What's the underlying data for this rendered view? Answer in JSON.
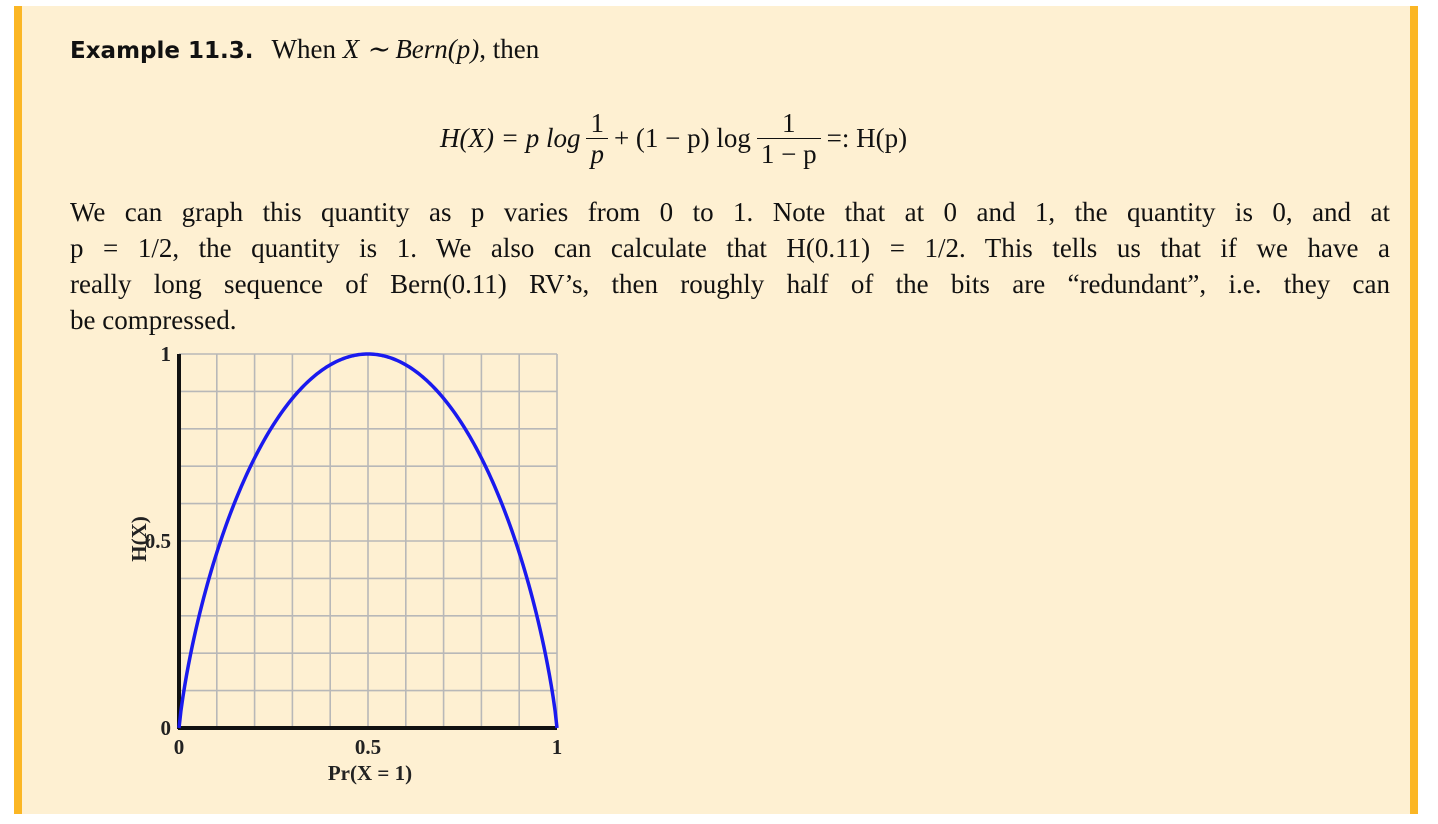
{
  "example": {
    "label": "Example 11.3.",
    "intro_text": "When",
    "intro_math": "X ∼ Bern(p)",
    "intro_end": ", then"
  },
  "equation": {
    "lhs": "H(X) = p log",
    "frac1_num": "1",
    "frac1_den": "p",
    "middle": "+ (1 − p) log",
    "frac2_num": "1",
    "frac2_den": "1 − p",
    "rhs": "=: H(p)"
  },
  "paragraph": {
    "line1": "We can graph this quantity as p varies from 0 to 1. Note that at 0 and 1, the quantity is 0, and at",
    "line2": "p = 1/2, the quantity is 1. We also can calculate that H(0.11) = 1/2. This tells us that if we have a",
    "line3": "really long sequence of Bern(0.11) RV’s, then roughly half of the bits are “redundant”, i.e. they can",
    "line4": "be compressed."
  },
  "colors": {
    "box_background": "#fef0d2",
    "box_border": "#fbb624",
    "curve": "#1a1aee",
    "grid": "#b8b8b8"
  },
  "chart_data": {
    "type": "line",
    "xlabel": "Pr(X = 1)",
    "ylabel": "H(X)",
    "xlim": [
      0,
      1
    ],
    "ylim": [
      0,
      1
    ],
    "x_ticks": [
      0,
      0.5,
      1
    ],
    "x_tick_labels": [
      "0",
      "0.5",
      "1"
    ],
    "y_ticks": [
      0,
      0.5,
      1
    ],
    "y_tick_labels": [
      "0",
      "0.5",
      "1"
    ],
    "grid": true,
    "grid_divisions": 10,
    "series": [
      {
        "function": "binary entropy H(p) = -p log2 p - (1-p) log2 (1-p)",
        "x": [
          0,
          0.01,
          0.02,
          0.05,
          0.1,
          0.11,
          0.15,
          0.2,
          0.25,
          0.3,
          0.35,
          0.4,
          0.45,
          0.5,
          0.55,
          0.6,
          0.65,
          0.7,
          0.75,
          0.8,
          0.85,
          0.89,
          0.9,
          0.95,
          0.98,
          0.99,
          1
        ],
        "y": [
          0,
          0.081,
          0.141,
          0.286,
          0.469,
          0.5,
          0.61,
          0.722,
          0.811,
          0.881,
          0.934,
          0.971,
          0.993,
          1,
          0.993,
          0.971,
          0.934,
          0.881,
          0.811,
          0.722,
          0.61,
          0.5,
          0.469,
          0.286,
          0.141,
          0.081,
          0
        ]
      }
    ]
  }
}
